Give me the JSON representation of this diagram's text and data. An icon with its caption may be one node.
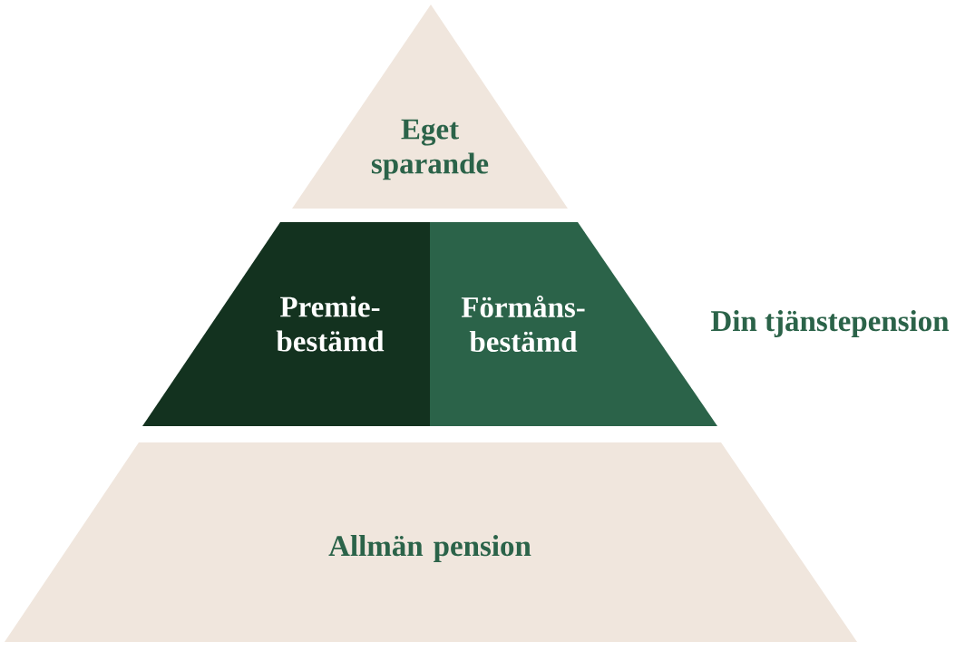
{
  "diagram": {
    "nodes": [
      {
        "text": [
          "Eget sparande"
        ]
      },
      {
        "text": [
          "Premie- bestämd"
        ]
      },
      {
        "text": [
          "Förmåns- bestämd"
        ]
      },
      {
        "text": [
          "Allmän pension"
        ]
      }
    ],
    "labels": [
      "Din tjänstepension"
    ]
  }
}
